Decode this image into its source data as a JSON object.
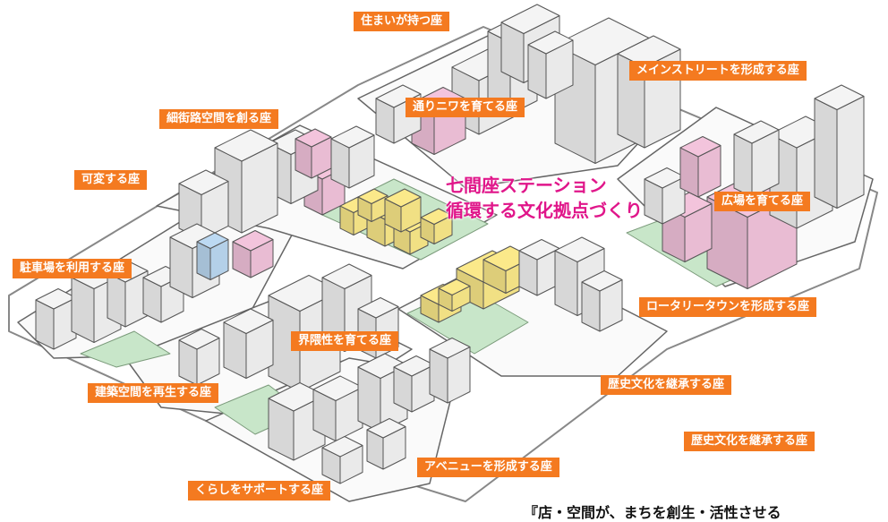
{
  "center": {
    "line1": "七間座ステーション",
    "line2": "循環する文化拠点づくり"
  },
  "labels": {
    "l1": "住まいが持つ座",
    "l2": "メインストリートを形成する座",
    "l3": "通りニワを育てる座",
    "l4": "細街路空間を創る座",
    "l5": "可変する座",
    "l6": "広場を育てる座",
    "l7": "駐車場を利用する座",
    "l8": "ロータリータウンを形成する座",
    "l9": "界隈性を育てる座",
    "l10": "歴史文化を継承する座",
    "l11": "建築空間を再生する座",
    "l12": "歴史文化を継承する座",
    "l13": "アベニューを形成する座",
    "l14": "くらしをサポートする座"
  },
  "caption": "『店・空間が、まちを創生・活性させる",
  "colors": {
    "label_bg": "#f47a20",
    "label_text": "#ffffff",
    "title": "#e0168a",
    "building": "#f4f4f4",
    "outline": "#555555",
    "green": "#c8e6c9",
    "pink": "#f3c4dc",
    "yellow": "#fbe98a",
    "blue": "#bcd9f2"
  }
}
